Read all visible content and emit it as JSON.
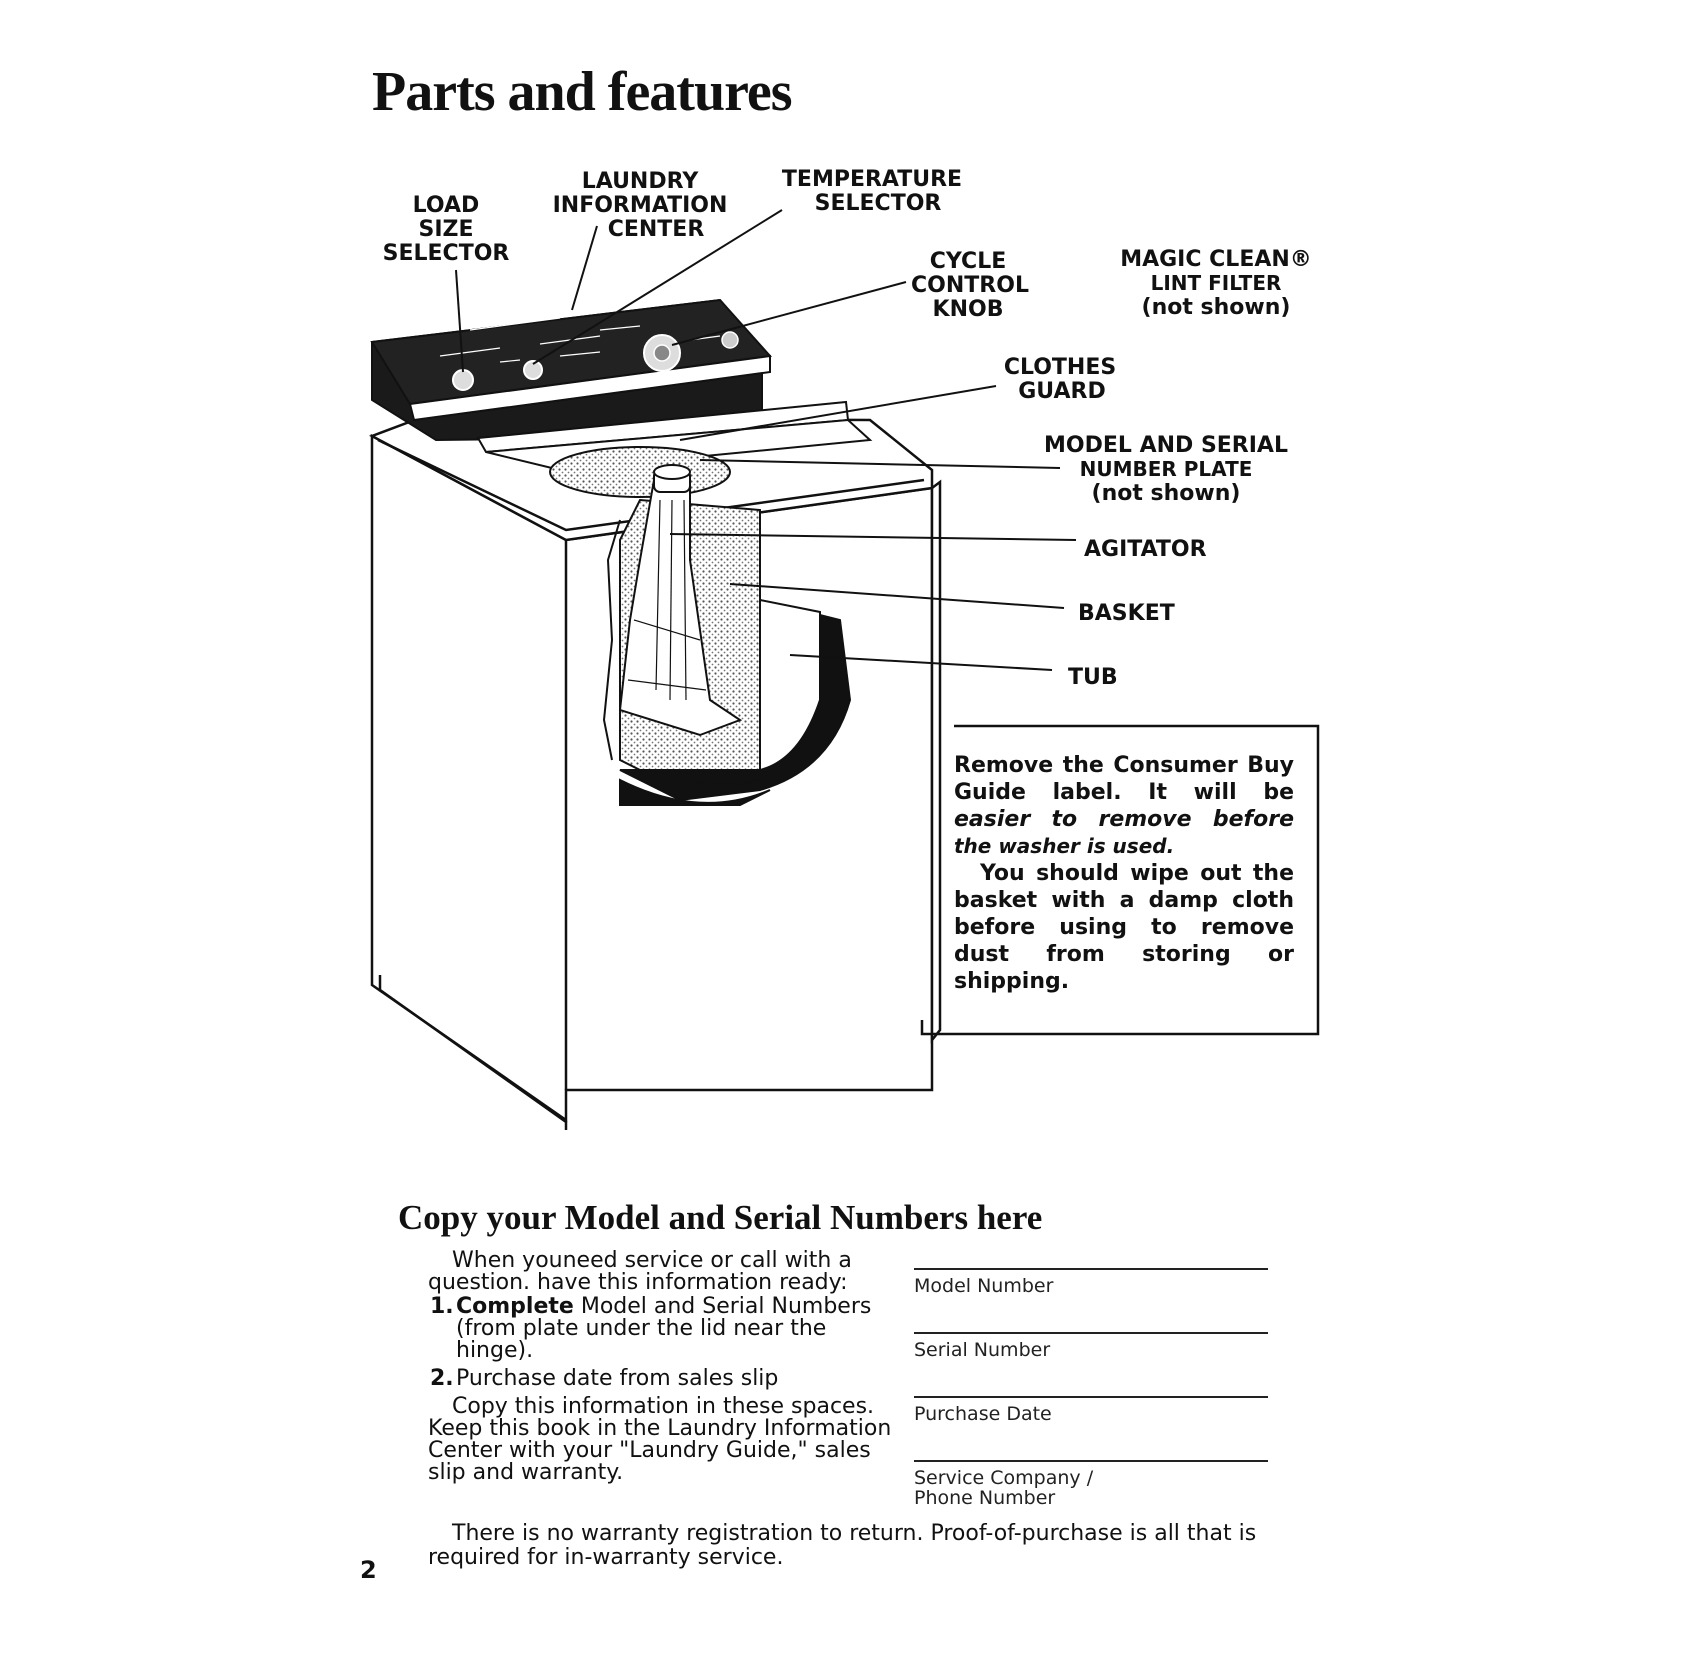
{
  "title": "Parts and features",
  "labels": {
    "load_size_selector": [
      "LOAD",
      "SIZE",
      "SELECTOR"
    ],
    "laundry_information_center": [
      "LAUNDRY",
      "INFORMATION",
      "CENTER"
    ],
    "temperature_selector": [
      "TEMPERATURE",
      "SELECTOR"
    ],
    "cycle_control_knob": [
      "CYCLE",
      "CONTROL",
      "KNOB"
    ],
    "magic_clean_lint_filter": [
      "MAGIC CLEAN®",
      "LINT FILTER",
      "(not shown)"
    ],
    "clothes_guard": [
      "CLOTHES",
      "GUARD"
    ],
    "model_serial_plate": [
      "MODEL AND SERIAL",
      "NUMBER PLATE",
      "(not shown)"
    ],
    "agitator": "AGITATOR",
    "basket": "BASKET",
    "tub": "TUB"
  },
  "notice": {
    "p1_a": "Remove the Consumer Buy Guide label.",
    "p1_b": "It will be",
    "p1_c": "easier to remove before",
    "p1_d": "the washer is used.",
    "p2": "You should wipe out the basket with a damp cloth before using to remove dust from storing or shipping."
  },
  "record": {
    "heading": "Copy your Model and Serial Numbers here",
    "intro": "When youneed service or call with a question. have this information ready:",
    "step1_num": "1.",
    "step1_bold": "Complete",
    "step1_text": " Model and Serial Numbers (from plate under the lid near the hinge).",
    "step2_num": "2.",
    "step2_text": "Purchase date from sales slip",
    "copy_note": "Copy this information in these spaces. Keep this book in the Laundry Information Center with your \"Laundry Guide,\" sales slip and warranty.",
    "fields": [
      "Model Number",
      "Serial Number",
      "Purchase Date",
      "Service Company /\nPhone Number"
    ],
    "footer": "There is no warranty registration to return. Proof-of-purchase is all that is required for in-warranty service."
  },
  "page_number": "2"
}
